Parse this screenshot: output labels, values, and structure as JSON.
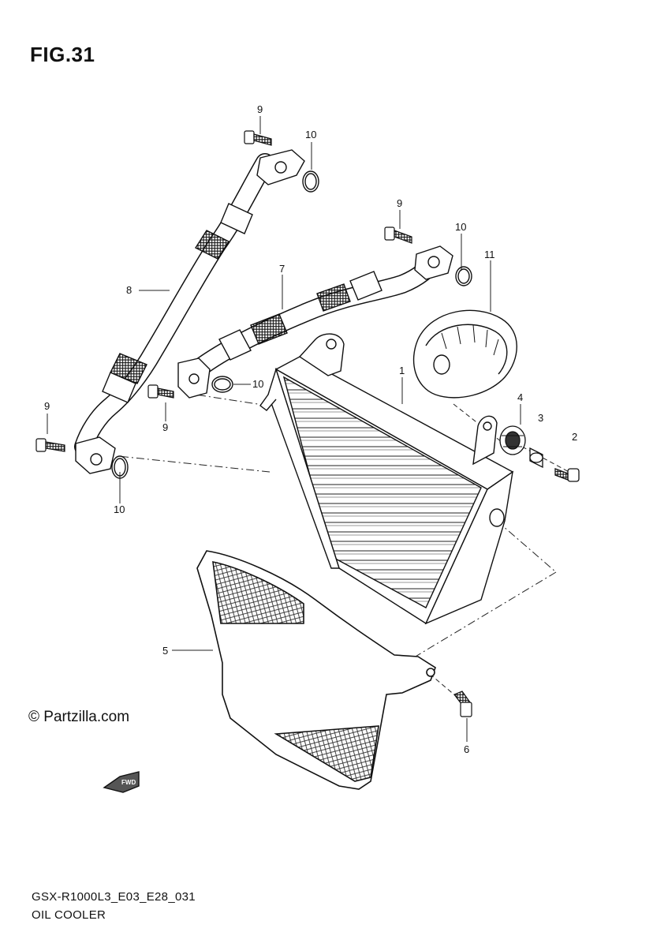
{
  "figure": {
    "title": "FIG.31"
  },
  "watermark": {
    "text": "© Partzilla.com"
  },
  "footer": {
    "code": "GSX-R1000L3_E03_E28_031",
    "name": "OIL COOLER"
  },
  "fwd_arrow": {
    "label": "FWD"
  },
  "callouts": [
    "9",
    "10",
    "9",
    "10",
    "11",
    "7",
    "8",
    "1",
    "10",
    "9",
    "9",
    "10",
    "4",
    "3",
    "2",
    "5",
    "6"
  ]
}
